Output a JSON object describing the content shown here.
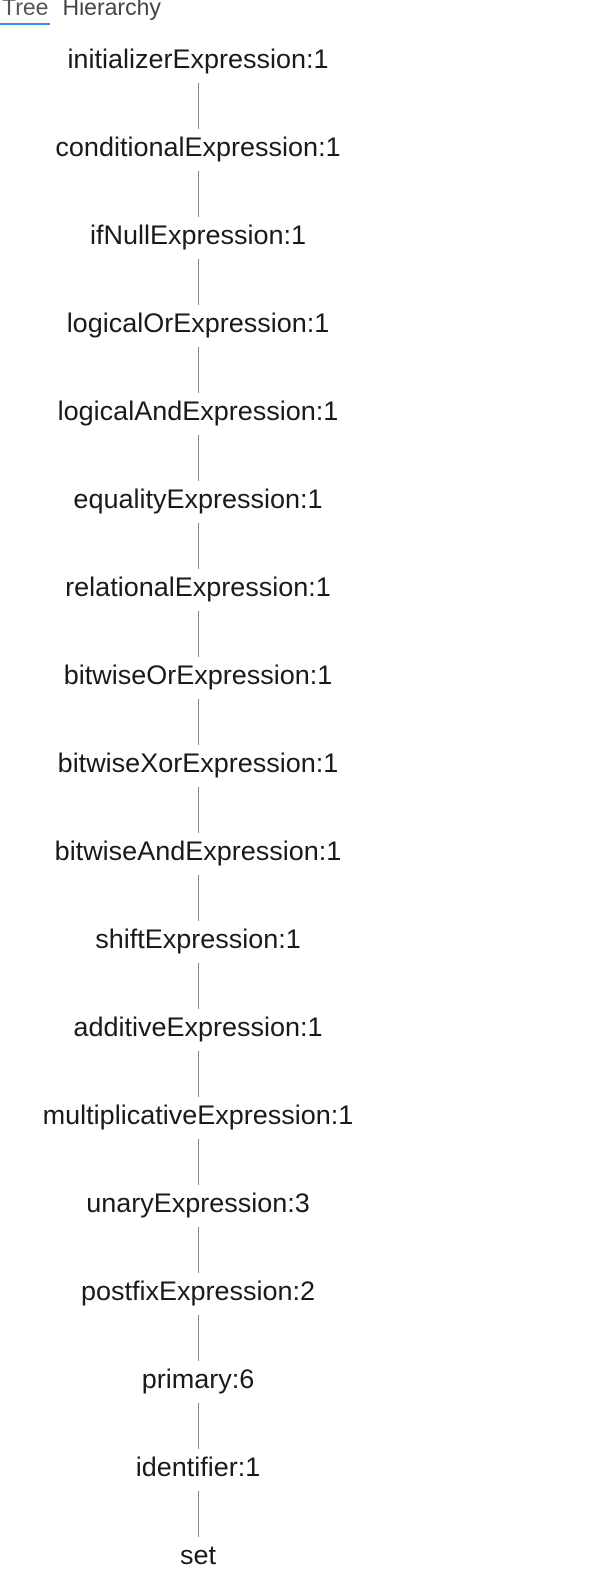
{
  "tabs": [
    {
      "label": "Tree",
      "active": true
    },
    {
      "label": "Hierarchy",
      "active": false
    }
  ],
  "tree": {
    "accent_color": "#3a8ee6",
    "edge_color": "#8a8a8a",
    "nodes": [
      "initializerExpression:1",
      "conditionalExpression:1",
      "ifNullExpression:1",
      "logicalOrExpression:1",
      "logicalAndExpression:1",
      "equalityExpression:1",
      "relationalExpression:1",
      "bitwiseOrExpression:1",
      "bitwiseXorExpression:1",
      "bitwiseAndExpression:1",
      "shiftExpression:1",
      "additiveExpression:1",
      "multiplicativeExpression:1",
      "unaryExpression:3",
      "postfixExpression:2",
      "primary:6",
      "identifier:1",
      "set"
    ]
  }
}
